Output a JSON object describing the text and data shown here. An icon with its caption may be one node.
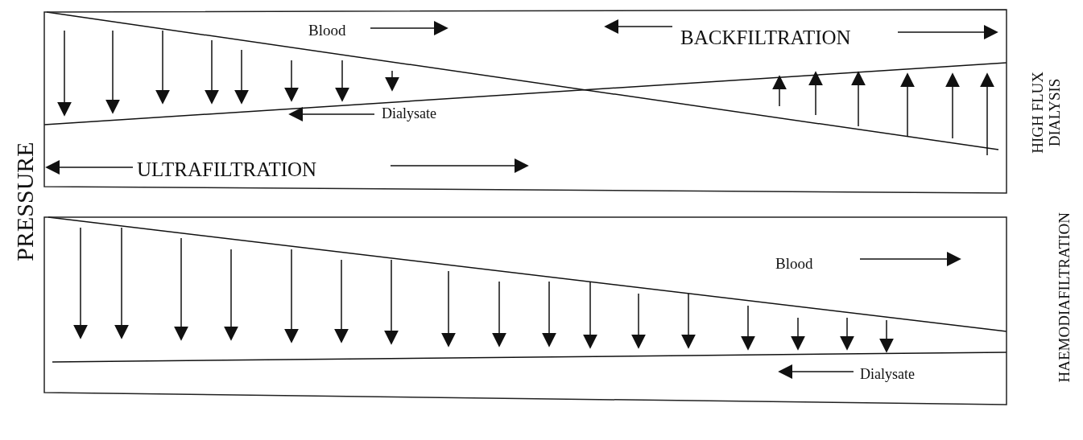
{
  "diagram": {
    "nodes": [
      {
        "text": [
          "Blood",
          "BACKFILTRATION",
          "Dialysate",
          "ULTRAFILTRATION"
        ],
        "beside": [
          "HIGH FLUX DIALYSIS"
        ]
      },
      {
        "text": [
          "Blood",
          "Dialysate"
        ],
        "beside": [
          "HAEMODIAFILTRATION"
        ]
      }
    ],
    "edges": [],
    "labels": [
      "PRESSURE"
    ]
  }
}
